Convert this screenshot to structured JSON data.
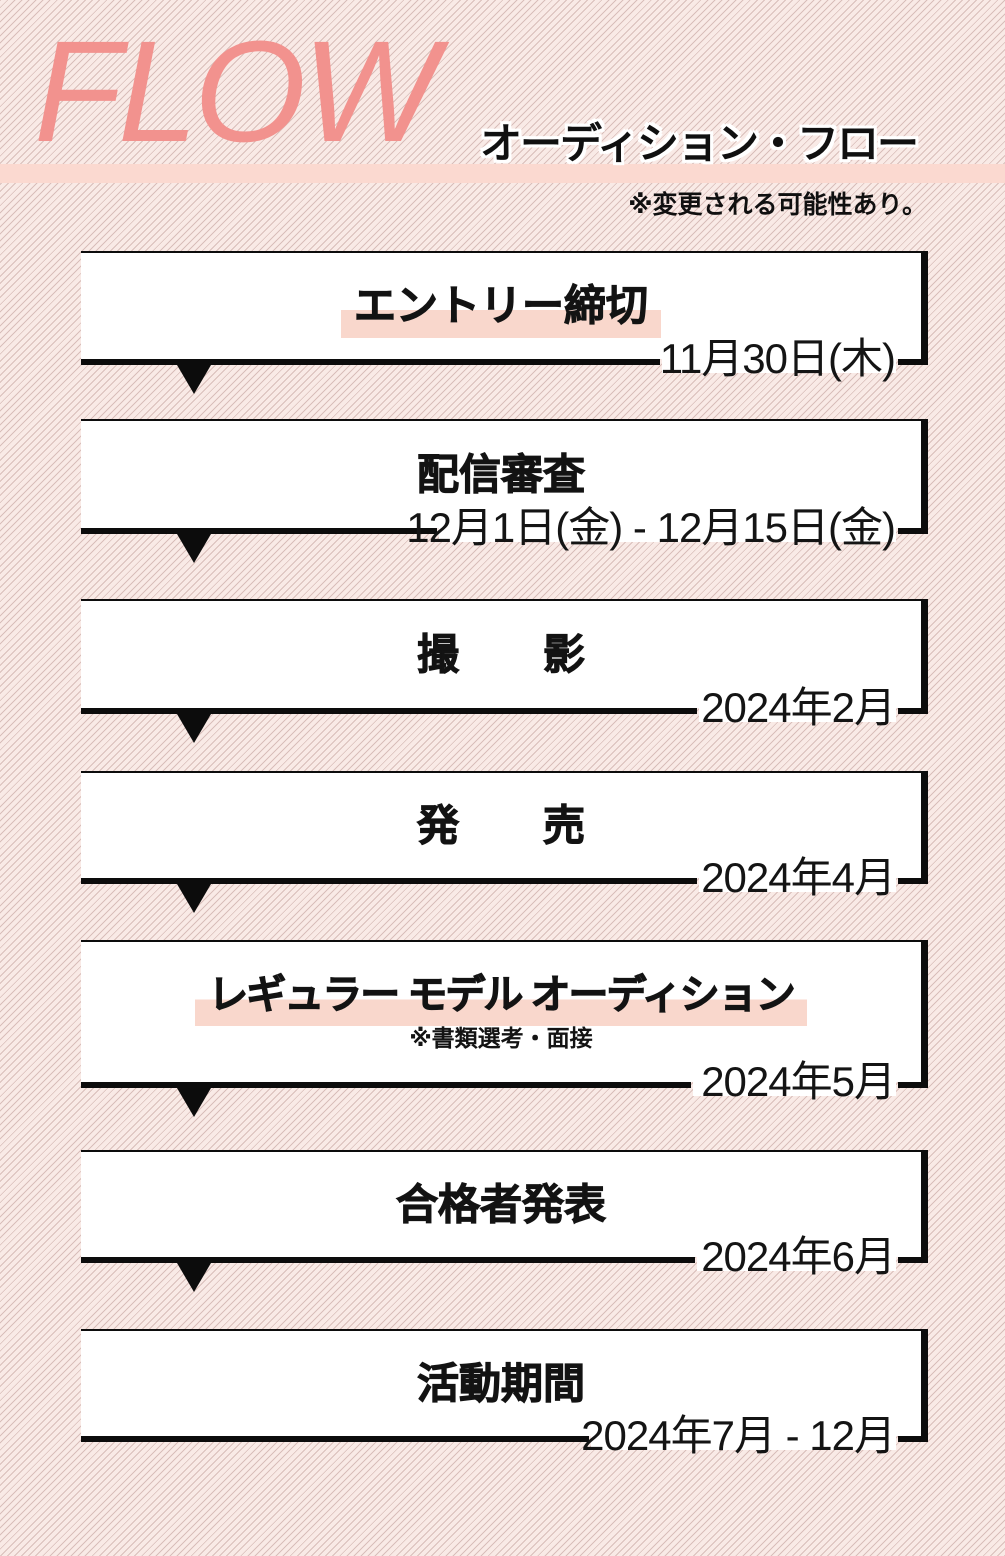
{
  "logo": {
    "text": "FLOW"
  },
  "header": {
    "title": "オーディション・フロー",
    "note": "※変更される可能性あり。"
  },
  "colors": {
    "accent_salmon": "#f2928e",
    "highlight_pink": "#f9d7cc",
    "band_pink": "#fbd9d0",
    "background_pink": "#f9eae6",
    "line_black": "#0c0c0c"
  },
  "steps": [
    {
      "title": "エントリー締切",
      "date": "11月30日(木)",
      "highlighted": true
    },
    {
      "title": "配信審査",
      "date": "12月1日(金) - 12月15日(金)",
      "highlighted": false
    },
    {
      "title": "撮　　影",
      "date": "2024年2月",
      "highlighted": false
    },
    {
      "title": "発　　売",
      "date": "2024年4月",
      "highlighted": false
    },
    {
      "title": "レギュラー モデル オーディション",
      "subtitle": "※書類選考・面接",
      "date": "2024年5月",
      "highlighted": true
    },
    {
      "title": "合格者発表",
      "date": "2024年6月",
      "highlighted": false
    },
    {
      "title": "活動期間",
      "date": "2024年7月 - 12月",
      "highlighted": false
    }
  ]
}
